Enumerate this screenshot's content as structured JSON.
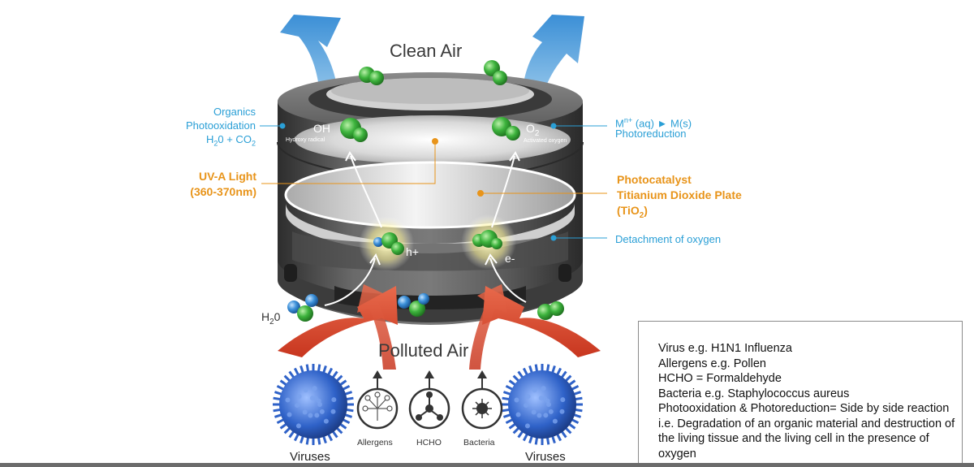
{
  "labels": {
    "clean_air": "Clean Air",
    "polluted_air": "Polluted Air",
    "organics_1": "Organics",
    "organics_2": "Photooxidation",
    "organics_3_a": "H",
    "organics_3_sub": "2",
    "organics_3_b": "0 + CO",
    "organics_3_sub2": "2",
    "oh": "OH",
    "hydroxy": "Hydroxy radical",
    "o2_a": "O",
    "o2_sub": "2",
    "activated_oxygen": "Activated oxygen",
    "reduction_a": "M",
    "reduction_sup": "n+",
    "reduction_b": " (aq) ► M(s)",
    "photoreduction": "Photoreduction",
    "uva_1": "UV-A Light",
    "uva_2": "(360-370nm)",
    "photocatalyst_1": "Photocatalyst",
    "photocatalyst_2": "Titianium Dioxide Plate",
    "photocatalyst_3a": "(TiO",
    "photocatalyst_3sub": "2",
    "photocatalyst_3b": ")",
    "detachment": "Detachment of oxygen",
    "h_plus": "h+",
    "e_minus": "e-",
    "h2o_a": "H",
    "h2o_sub": "2",
    "h2o_b": "0",
    "viruses_left": "Viruses",
    "viruses_right": "Viruses",
    "allergens": "Allergens",
    "hcho": "HCHO",
    "bacteria": "Bacteria"
  },
  "legend": [
    "Virus e.g. H1N1 Influenza",
    "Allergens e.g. Pollen",
    "HCHO = Formaldehyde",
    "Bacteria e.g. Staphylococcus aureus",
    "Photooxidation & Photoreduction=  Side by side reaction i.e. Degradation of an organic material and destruction of the living tissue and the living cell in the presence of oxygen"
  ],
  "colors": {
    "clean_arrow": "#4aa3df",
    "polluted_arrow": "#d9432a",
    "cylinder": "#4a4a4a",
    "callout_blue": "#2a9fd6",
    "callout_orange": "#e8941a",
    "molecule_green": "#3db33d",
    "molecule_blue": "#3a8fd8",
    "virus_blue": "#2f62c8"
  },
  "icons": [
    "clean-air-arrow-icon",
    "polluted-air-arrow-icon",
    "molecule-icon",
    "virus-icon",
    "pollen-icon",
    "formaldehyde-icon",
    "bacteria-icon"
  ]
}
